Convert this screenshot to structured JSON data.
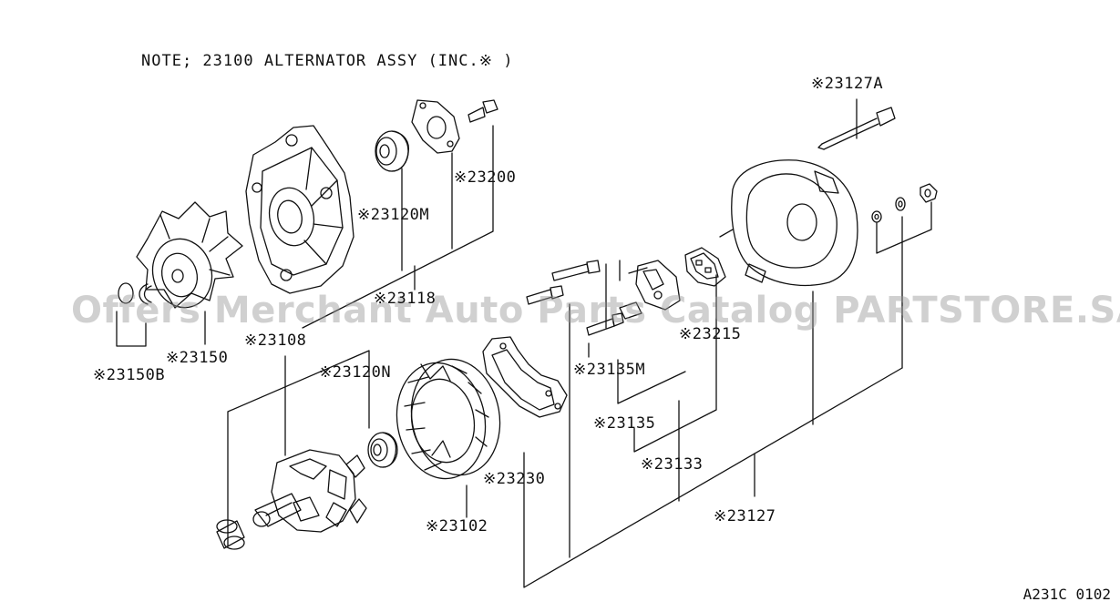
{
  "note": "NOTE; 23100 ALTERNATOR ASSY (INC.※ )",
  "watermark": "Offers Merchant Auto Parts Catalog PARTSTORE.SA",
  "diagram_code": "A231C 0102",
  "parts": {
    "p23127A": "※23127A",
    "p23200": "※23200",
    "p23120M": "※23120M",
    "p23118": "※23118",
    "p23108": "※23108",
    "p23150": "※23150",
    "p23150B": "※23150B",
    "p23120N": "※23120N",
    "p23215": "※23215",
    "p23135M": "※23135M",
    "p23135": "※23135",
    "p23133": "※23133",
    "p23230": "※23230",
    "p23102": "※23102",
    "p23127": "※23127"
  },
  "colors": {
    "line": "#111111",
    "watermark": "#969696"
  }
}
